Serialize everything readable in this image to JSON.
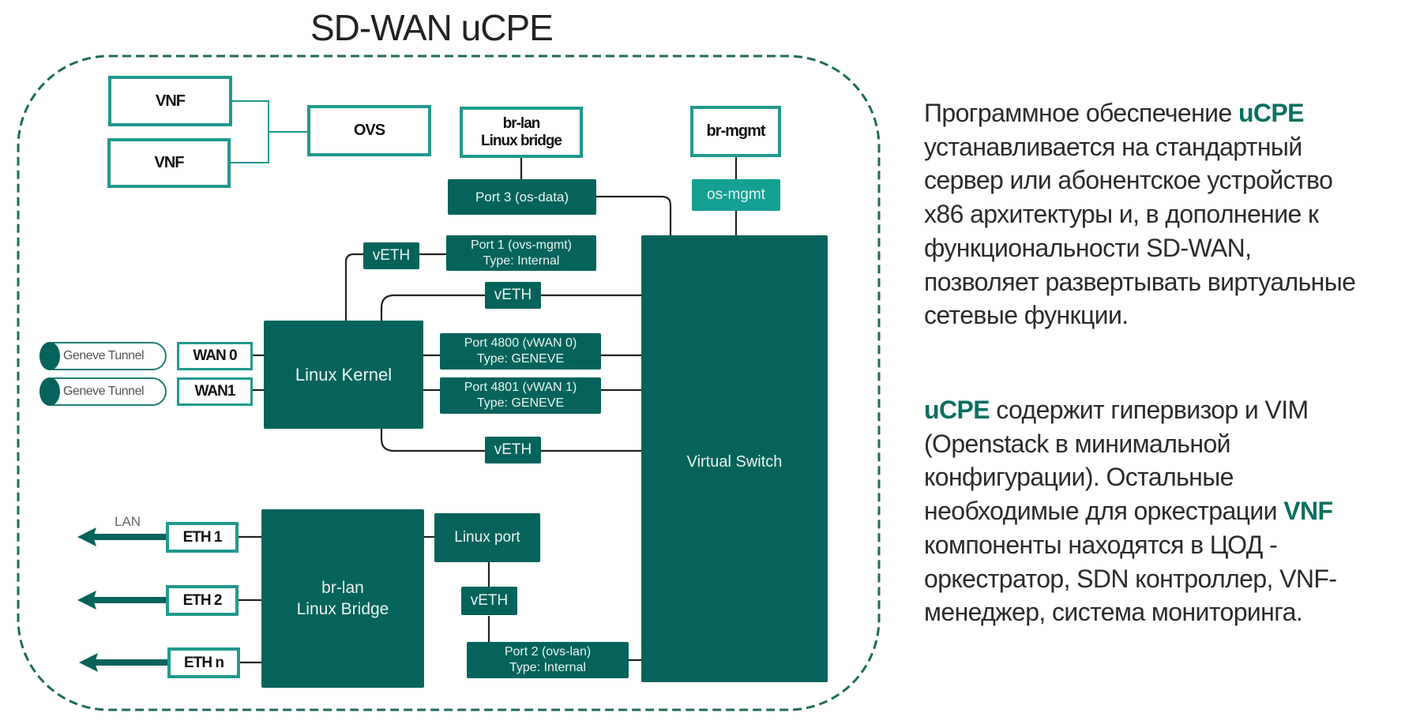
{
  "title": "SD-WAN uCPE",
  "colors": {
    "dark_teal": "#05635b",
    "light_teal": "#14a093",
    "outline_teal": "#1f9a8d",
    "border_dashed": "#1e6a5c",
    "highlight_text": "#0b6f60"
  },
  "diagram": {
    "vnf_boxes": [
      "VNF",
      "VNF"
    ],
    "ovs": "OVS",
    "br_lan_top": {
      "line1": "br-lan",
      "line2": "Linux bridge"
    },
    "br_mgmt": "br-mgmt",
    "port3": "Port 3 (os-data)",
    "os_mgmt": "os-mgmt",
    "port1": {
      "line1": "Port 1 (ovs-mgmt)",
      "line2": "Type: Internal"
    },
    "veth_labels": [
      "vETH",
      "vETH",
      "vETH",
      "vETH"
    ],
    "linux_kernel": "Linux Kernel",
    "port4800": {
      "line1": "Port 4800 (vWAN 0)",
      "line2": "Type: GENEVE"
    },
    "port4801": {
      "line1": "Port 4801 (vWAN 1)",
      "line2": "Type: GENEVE"
    },
    "virtual_switch": "Virtual Switch",
    "tunnels": [
      "Geneve Tunnel",
      "Geneve Tunnel"
    ],
    "wans": [
      "WAN 0",
      "WAN1"
    ],
    "lan_label": "LAN",
    "eths": [
      "ETH 1",
      "ETH 2",
      "ETH n"
    ],
    "br_lan_bridge": {
      "line1": "br-lan",
      "line2": "Linux Bridge"
    },
    "linux_port": "Linux port",
    "port2": {
      "line1": "Port 2 (ovs-lan)",
      "line2": "Type: Internal"
    }
  },
  "description": {
    "paragraph1": {
      "lines": [
        {
          "text": "Программное обеспечение ",
          "highlight": "uCPE"
        },
        {
          "text": "устанавливается на  стандартный"
        },
        {
          "text": "сервер или абонентское устройство"
        },
        {
          "text": "x86  архитектуры и, в дополнение к"
        },
        {
          "text": "функциональности SD-WAN,"
        },
        {
          "text": "позволяет развертывать виртуальные"
        },
        {
          "text": "сетевые функции."
        }
      ]
    },
    "paragraph2": {
      "lines": [
        {
          "highlight": "uCPE",
          "text": " содержит гипервизор и VIM"
        },
        {
          "text": "(Openstack в минимальной"
        },
        {
          "text": "конфигурации). Остальные"
        },
        {
          "text": "необходимые для оркестрации ",
          "highlight": "VNF"
        },
        {
          "text": "компоненты находятся в ЦОД -"
        },
        {
          "text": "оркестратор, SDN контроллер, VNF-"
        },
        {
          "text": "менеджер, система мониторинга."
        }
      ]
    }
  }
}
